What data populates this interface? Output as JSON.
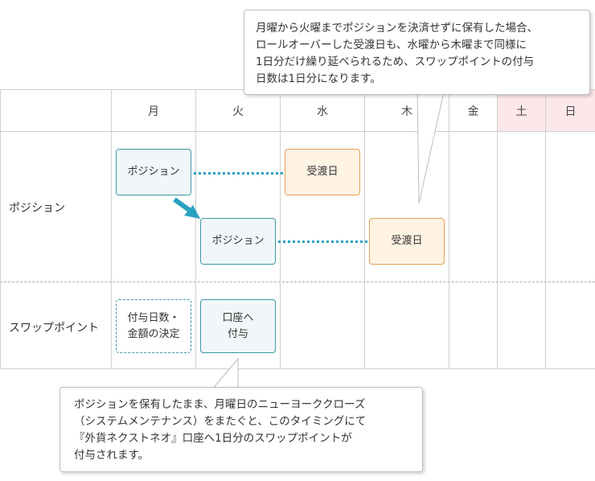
{
  "colors": {
    "weekend_bg": "#fce7ea",
    "position_border": "#3b98a4",
    "position_bg": "#f1f7f9",
    "settlement_border": "#e3a050",
    "settlement_bg": "#fff3e4",
    "accent": "#2aa1c1"
  },
  "days": [
    "月",
    "火",
    "水",
    "木",
    "金",
    "土",
    "日"
  ],
  "rows": {
    "position": "ポジション",
    "swap": "スワップポイント"
  },
  "boxes": {
    "position_mon": "ポジション",
    "settle_wed": "受渡日",
    "position_tue": "ポジション",
    "settle_thu": "受渡日",
    "swap_decision": [
      "付与日数・",
      "金額の決定"
    ],
    "swap_grant": [
      "口座へ",
      "付与"
    ]
  },
  "callout_top": [
    "月曜から火曜までポジションを決済せずに保有した場合、",
    "ロールオーバーした受渡日も、水曜から木曜まで同様に",
    "1日分だけ繰り延べられるため、スワップポイントの付与",
    "日数は1日分になります。"
  ],
  "callout_bottom": [
    "ポジションを保有したまま、月曜日のニューヨーククローズ",
    "（システムメンテナンス）をまたぐと、このタイミングにて",
    "『外貨ネクストネオ』口座へ1日分のスワップポイントが",
    "付与されます。"
  ]
}
